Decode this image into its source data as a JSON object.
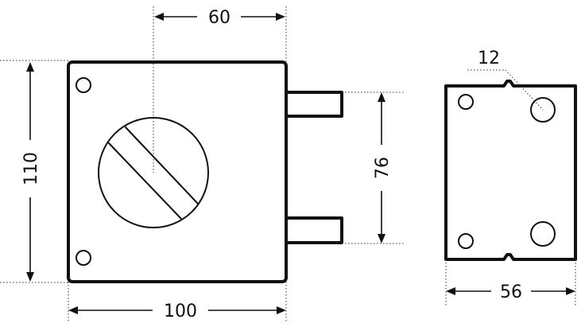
{
  "dimensions": {
    "top_width": "60",
    "height": "110",
    "bottom_width": "100",
    "bolt_spacing": "76",
    "hole_spec": "12",
    "side_width": "56"
  }
}
